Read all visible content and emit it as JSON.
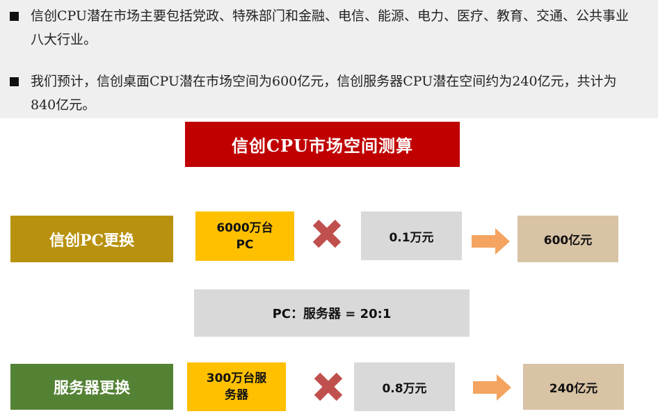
{
  "intro": {
    "bullets": [
      "信创CPU潜在市场主要包括党政、特殊部门和金融、电信、能源、电力、医疗、教育、交通、公共事业八大行业。",
      "我们预计，信创桌面CPU潜在市场空间为600亿元，信创服务器CPU潜在空间约为240亿元，共计为840亿元。"
    ]
  },
  "diagram": {
    "title": "信创CPU市场空间测算",
    "pc_row": {
      "label": "信创PC更换",
      "quantity_line1": "6000万台",
      "quantity_line2": "PC",
      "unit_price": "0.1万元",
      "result": "600亿元"
    },
    "ratio": "PC：服务器 = 20:1",
    "server_row": {
      "label": "服务器更换",
      "quantity_line1": "300万台服",
      "quantity_line2": "务器",
      "unit_price": "0.8万元",
      "result": "240亿元"
    }
  },
  "icons": {
    "multiply": "multiply-cross-icon",
    "arrow": "right-arrow-icon"
  },
  "colors": {
    "title_bg": "#c00000",
    "pc_label_bg": "#b8910e",
    "server_label_bg": "#548235",
    "quantity_bg": "#ffc000",
    "price_bg": "#d9d9d9",
    "result_bg": "#d8c3a5",
    "cross": "#c0504d",
    "arrow": "#f4a460",
    "intro_bg": "#efefef"
  }
}
